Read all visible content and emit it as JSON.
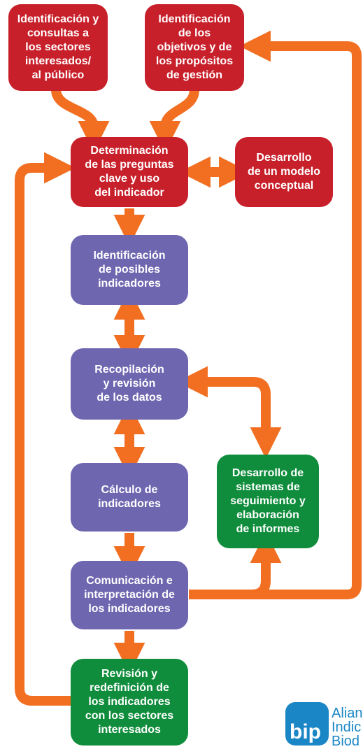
{
  "colors": {
    "arrow": "#f26f22",
    "red": "#c8202b",
    "purple": "#6f66b0",
    "green": "#0f8d3c",
    "logo": "#1b86c6"
  },
  "boxes": {
    "consultas": "Identificación y\nconsultas a\nlos sectores\ninteresados/\nal público",
    "objetivos": "Identificación\nde los\nobjetivos y de\nlos propósitos\nde gestión",
    "preguntas": "Determinación\nde las preguntas\nclave y uso\ndel indicador",
    "modelo": "Desarrollo\nde un modelo\nconceptual",
    "posibles": "Identificación\nde posibles\nindicadores",
    "recopilacion": "Recopilación\ny revisión\nde los datos",
    "calculo": "Cálculo de\nindicadores",
    "seguimiento": "Desarrollo de\nsistemas de\nseguimiento y\nelaboración\nde informes",
    "comunicacion": "Comunicación e\ninterpretación de\nlos indicadores",
    "revision": "Revisión y\nredefinición de\nlos indicadores\ncon los sectores\ninteresados"
  },
  "logo": {
    "icon": "bip-logo-icon",
    "mark": "bip",
    "text": "Alian\nIndic\nBiod"
  }
}
